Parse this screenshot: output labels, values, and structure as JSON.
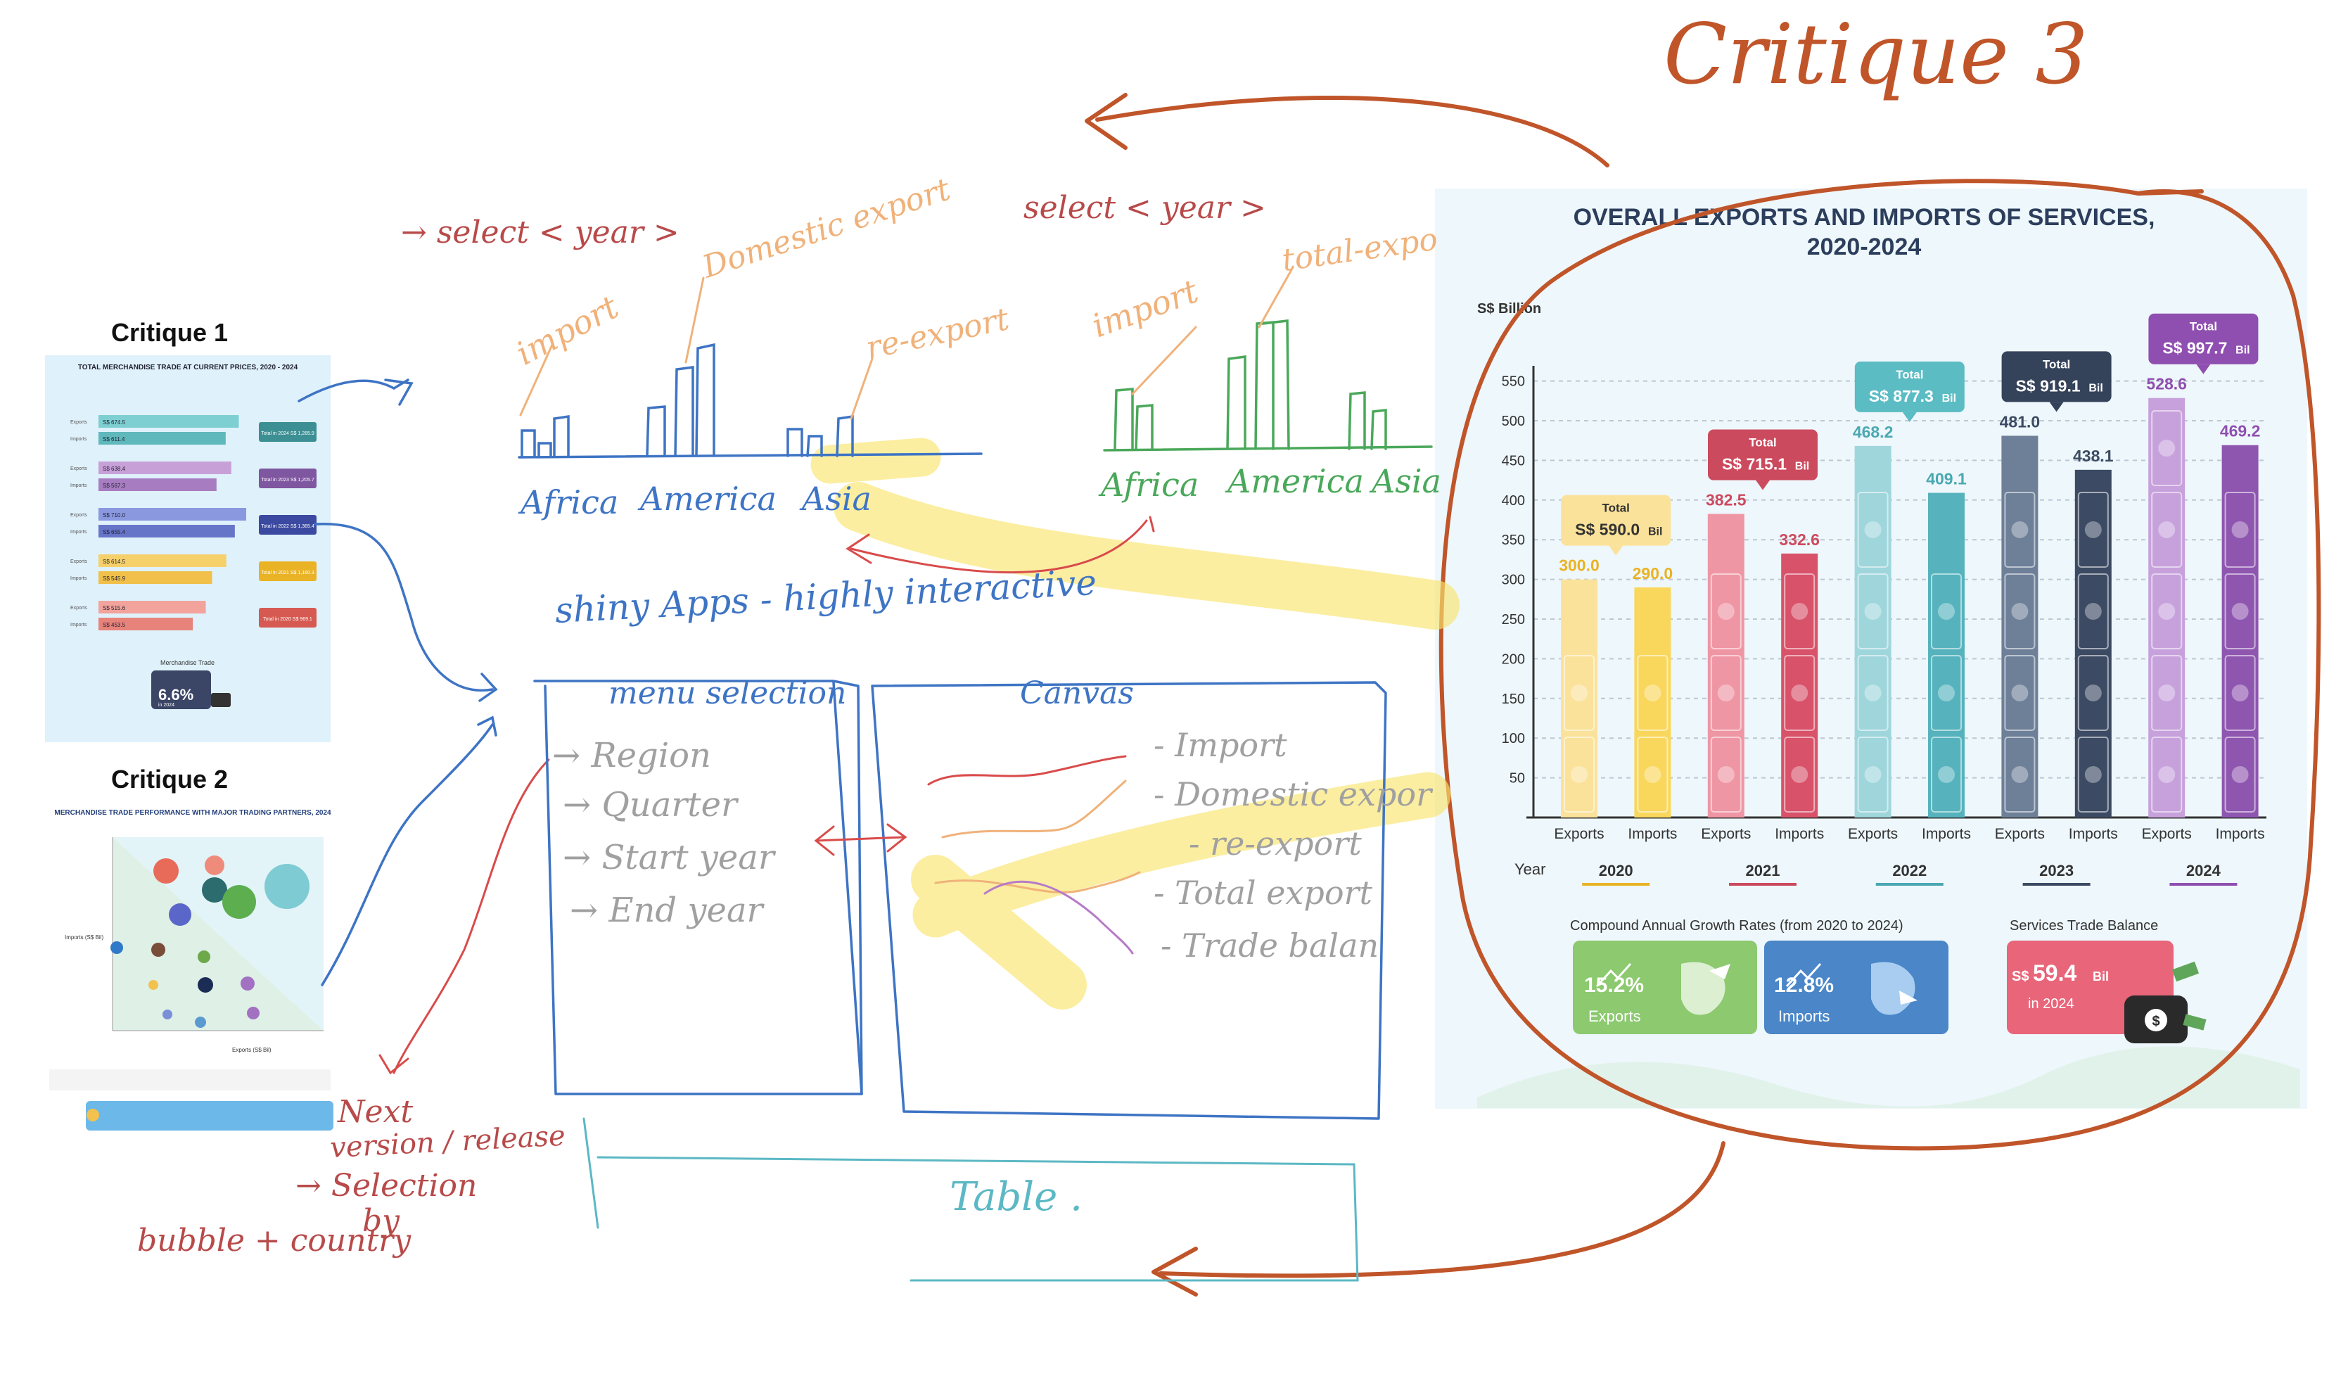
{
  "page": {
    "critique_title": "Critique 3",
    "critique1_label": "Critique 1",
    "critique2_label": "Critique 2"
  },
  "sketch": {
    "select_year_left": "→ select < year >",
    "select_year_right": "select < year >",
    "import_left": "import",
    "domestic_export": "Domestic export",
    "re_export_left": "re-export",
    "africa_left": "Africa",
    "america_left": "America",
    "asia_left": "Asia",
    "import_right": "import",
    "total_export_right": "total-expo",
    "africa_right": "Africa",
    "america_right": "America",
    "asia_right": "Asia",
    "shiny_note": "shiny Apps - highly interactive",
    "menu_title": "menu selection",
    "menu_items": [
      "→ Region",
      "→ Quarter",
      "→ Start year",
      "→ End year"
    ],
    "canvas_title": "Canvas",
    "canvas_items": [
      "- Import",
      "- Domestic expor",
      "- re-export",
      "- Total export",
      "- Trade balan"
    ],
    "table_label": "Table .",
    "next_version": "Next",
    "next_version_line2": "version / release",
    "selection_line": "→ Selection",
    "by_line": "by",
    "bubble_line": "bubble + country"
  },
  "thumb1": {
    "title": "TOTAL MERCHANDISE TRADE AT CURRENT PRICES, 2020 - 2024",
    "rows": [
      {
        "label": "Exports",
        "value": "S$ 674.5",
        "color": "#7ecfd1"
      },
      {
        "label": "Imports",
        "value": "S$ 611.4",
        "color": "#5fb8bc"
      },
      {
        "label": "Exports",
        "value": "S$ 638.4",
        "color": "#c8a0d8"
      },
      {
        "label": "Imports",
        "value": "S$ 567.3",
        "color": "#a77cc0"
      },
      {
        "label": "Exports",
        "value": "S$ 710.0",
        "color": "#8a98e0"
      },
      {
        "label": "Imports",
        "value": "S$ 655.4",
        "color": "#6675c8"
      },
      {
        "label": "Exports",
        "value": "S$ 614.5",
        "color": "#f6d06a"
      },
      {
        "label": "Imports",
        "value": "S$ 545.9",
        "color": "#f0c04a"
      },
      {
        "label": "Exports",
        "value": "S$ 515.6",
        "color": "#f2a39c"
      },
      {
        "label": "Imports",
        "value": "S$ 453.5",
        "color": "#e7837a"
      }
    ],
    "totals": [
      {
        "text": "Total in 2024 S$ 1,285.9",
        "color": "#3c8f93"
      },
      {
        "text": "Total in 2023 S$ 1,205.7",
        "color": "#7f56a0"
      },
      {
        "text": "Total in 2022 S$ 1,365.4",
        "color": "#3b4aa0"
      },
      {
        "text": "Total in 2021 S$ 1,160.3",
        "color": "#e9b325"
      },
      {
        "text": "Total in 2020 S$ 969.1",
        "color": "#d65a52"
      }
    ],
    "merch_label": "Merchandise Trade",
    "merch_value": "6.6%",
    "merch_sub": "in 2024"
  },
  "thumb2": {
    "title": "MERCHANDISE TRADE PERFORMANCE WITH MAJOR TRADING PARTNERS, 2024",
    "yaxis": "Imports (S$ Bil)",
    "xaxis": "Exports (S$ Bil)"
  },
  "chart": {
    "title_line1": "OVERALL EXPORTS AND IMPORTS OF SERVICES,",
    "title_line2": "2020-2024",
    "unit_label": "S$ Billion",
    "year_label": "Year",
    "yticks": [
      50,
      100,
      150,
      200,
      250,
      300,
      350,
      400,
      450,
      500,
      550
    ],
    "years": [
      {
        "year": "2020",
        "exports": 300.0,
        "imports": 290.0,
        "exports_label": "300.0",
        "imports_label": "290.0",
        "total_title": "Total",
        "total": "S$ 590.0",
        "unit": "Bil",
        "exp_color": "#fbe29a",
        "imp_color": "#f9d75c",
        "text_color": "#e9b325",
        "badge_bg": "#fbe29a",
        "badge_fg": "#333333"
      },
      {
        "year": "2021",
        "exports": 382.5,
        "imports": 332.6,
        "exports_label": "382.5",
        "imports_label": "332.6",
        "total_title": "Total",
        "total": "S$ 715.1",
        "unit": "Bil",
        "exp_color": "#ef96a4",
        "imp_color": "#d8526a",
        "text_color": "#cc4a5e",
        "badge_bg": "#cc4a5e",
        "badge_fg": "#ffffff"
      },
      {
        "year": "2022",
        "exports": 468.2,
        "imports": 409.1,
        "exports_label": "468.2",
        "imports_label": "409.1",
        "total_title": "Total",
        "total": "S$ 877.3",
        "unit": "Bil",
        "exp_color": "#9fd6dc",
        "imp_color": "#56b3bd",
        "text_color": "#4aa8b2",
        "badge_bg": "#5bbcc4",
        "badge_fg": "#ffffff"
      },
      {
        "year": "2023",
        "exports": 481.0,
        "imports": 438.1,
        "exports_label": "481.0",
        "imports_label": "438.1",
        "total_title": "Total",
        "total": "S$ 919.1",
        "unit": "Bil",
        "exp_color": "#6e7f98",
        "imp_color": "#3c4a63",
        "text_color": "#3c4a63",
        "badge_bg": "#34425a",
        "badge_fg": "#ffffff"
      },
      {
        "year": "2024",
        "exports": 528.6,
        "imports": 469.2,
        "exports_label": "528.6",
        "imports_label": "469.2",
        "total_title": "Total",
        "total": "S$ 997.7",
        "unit": "Bil",
        "exp_color": "#c7a1dc",
        "imp_color": "#8f56b0",
        "text_color": "#8f4fb0",
        "badge_bg": "#8f4fb0",
        "badge_fg": "#ffffff"
      }
    ],
    "bar_labels": [
      "Exports",
      "Imports"
    ],
    "cagr_title": "Compound Annual Growth Rates (from 2020 to 2024)",
    "cagr": [
      {
        "value": "15.2%",
        "label": "Exports",
        "color": "#8cc96f"
      },
      {
        "value": "12.8%",
        "label": "Imports",
        "color": "#4a86c8"
      }
    ],
    "balance_title": "Services Trade Balance",
    "balance_prefix": "S$",
    "balance_value": "59.4",
    "balance_unit": "Bil",
    "balance_sub": "in 2024",
    "balance_color": "#e8657a"
  },
  "chart_data": {
    "type": "bar",
    "title": "OVERALL EXPORTS AND IMPORTS OF SERVICES, 2020-2024",
    "ylabel": "S$ Billion",
    "xlabel": "Year",
    "categories": [
      "2020",
      "2021",
      "2022",
      "2023",
      "2024"
    ],
    "series": [
      {
        "name": "Exports",
        "values": [
          300.0,
          382.5,
          468.2,
          481.0,
          528.6
        ]
      },
      {
        "name": "Imports",
        "values": [
          290.0,
          332.6,
          409.1,
          438.1,
          469.2
        ]
      }
    ],
    "totals": [
      590.0,
      715.1,
      877.3,
      919.1,
      997.7
    ],
    "ylim": [
      0,
      550
    ],
    "grid": true
  }
}
